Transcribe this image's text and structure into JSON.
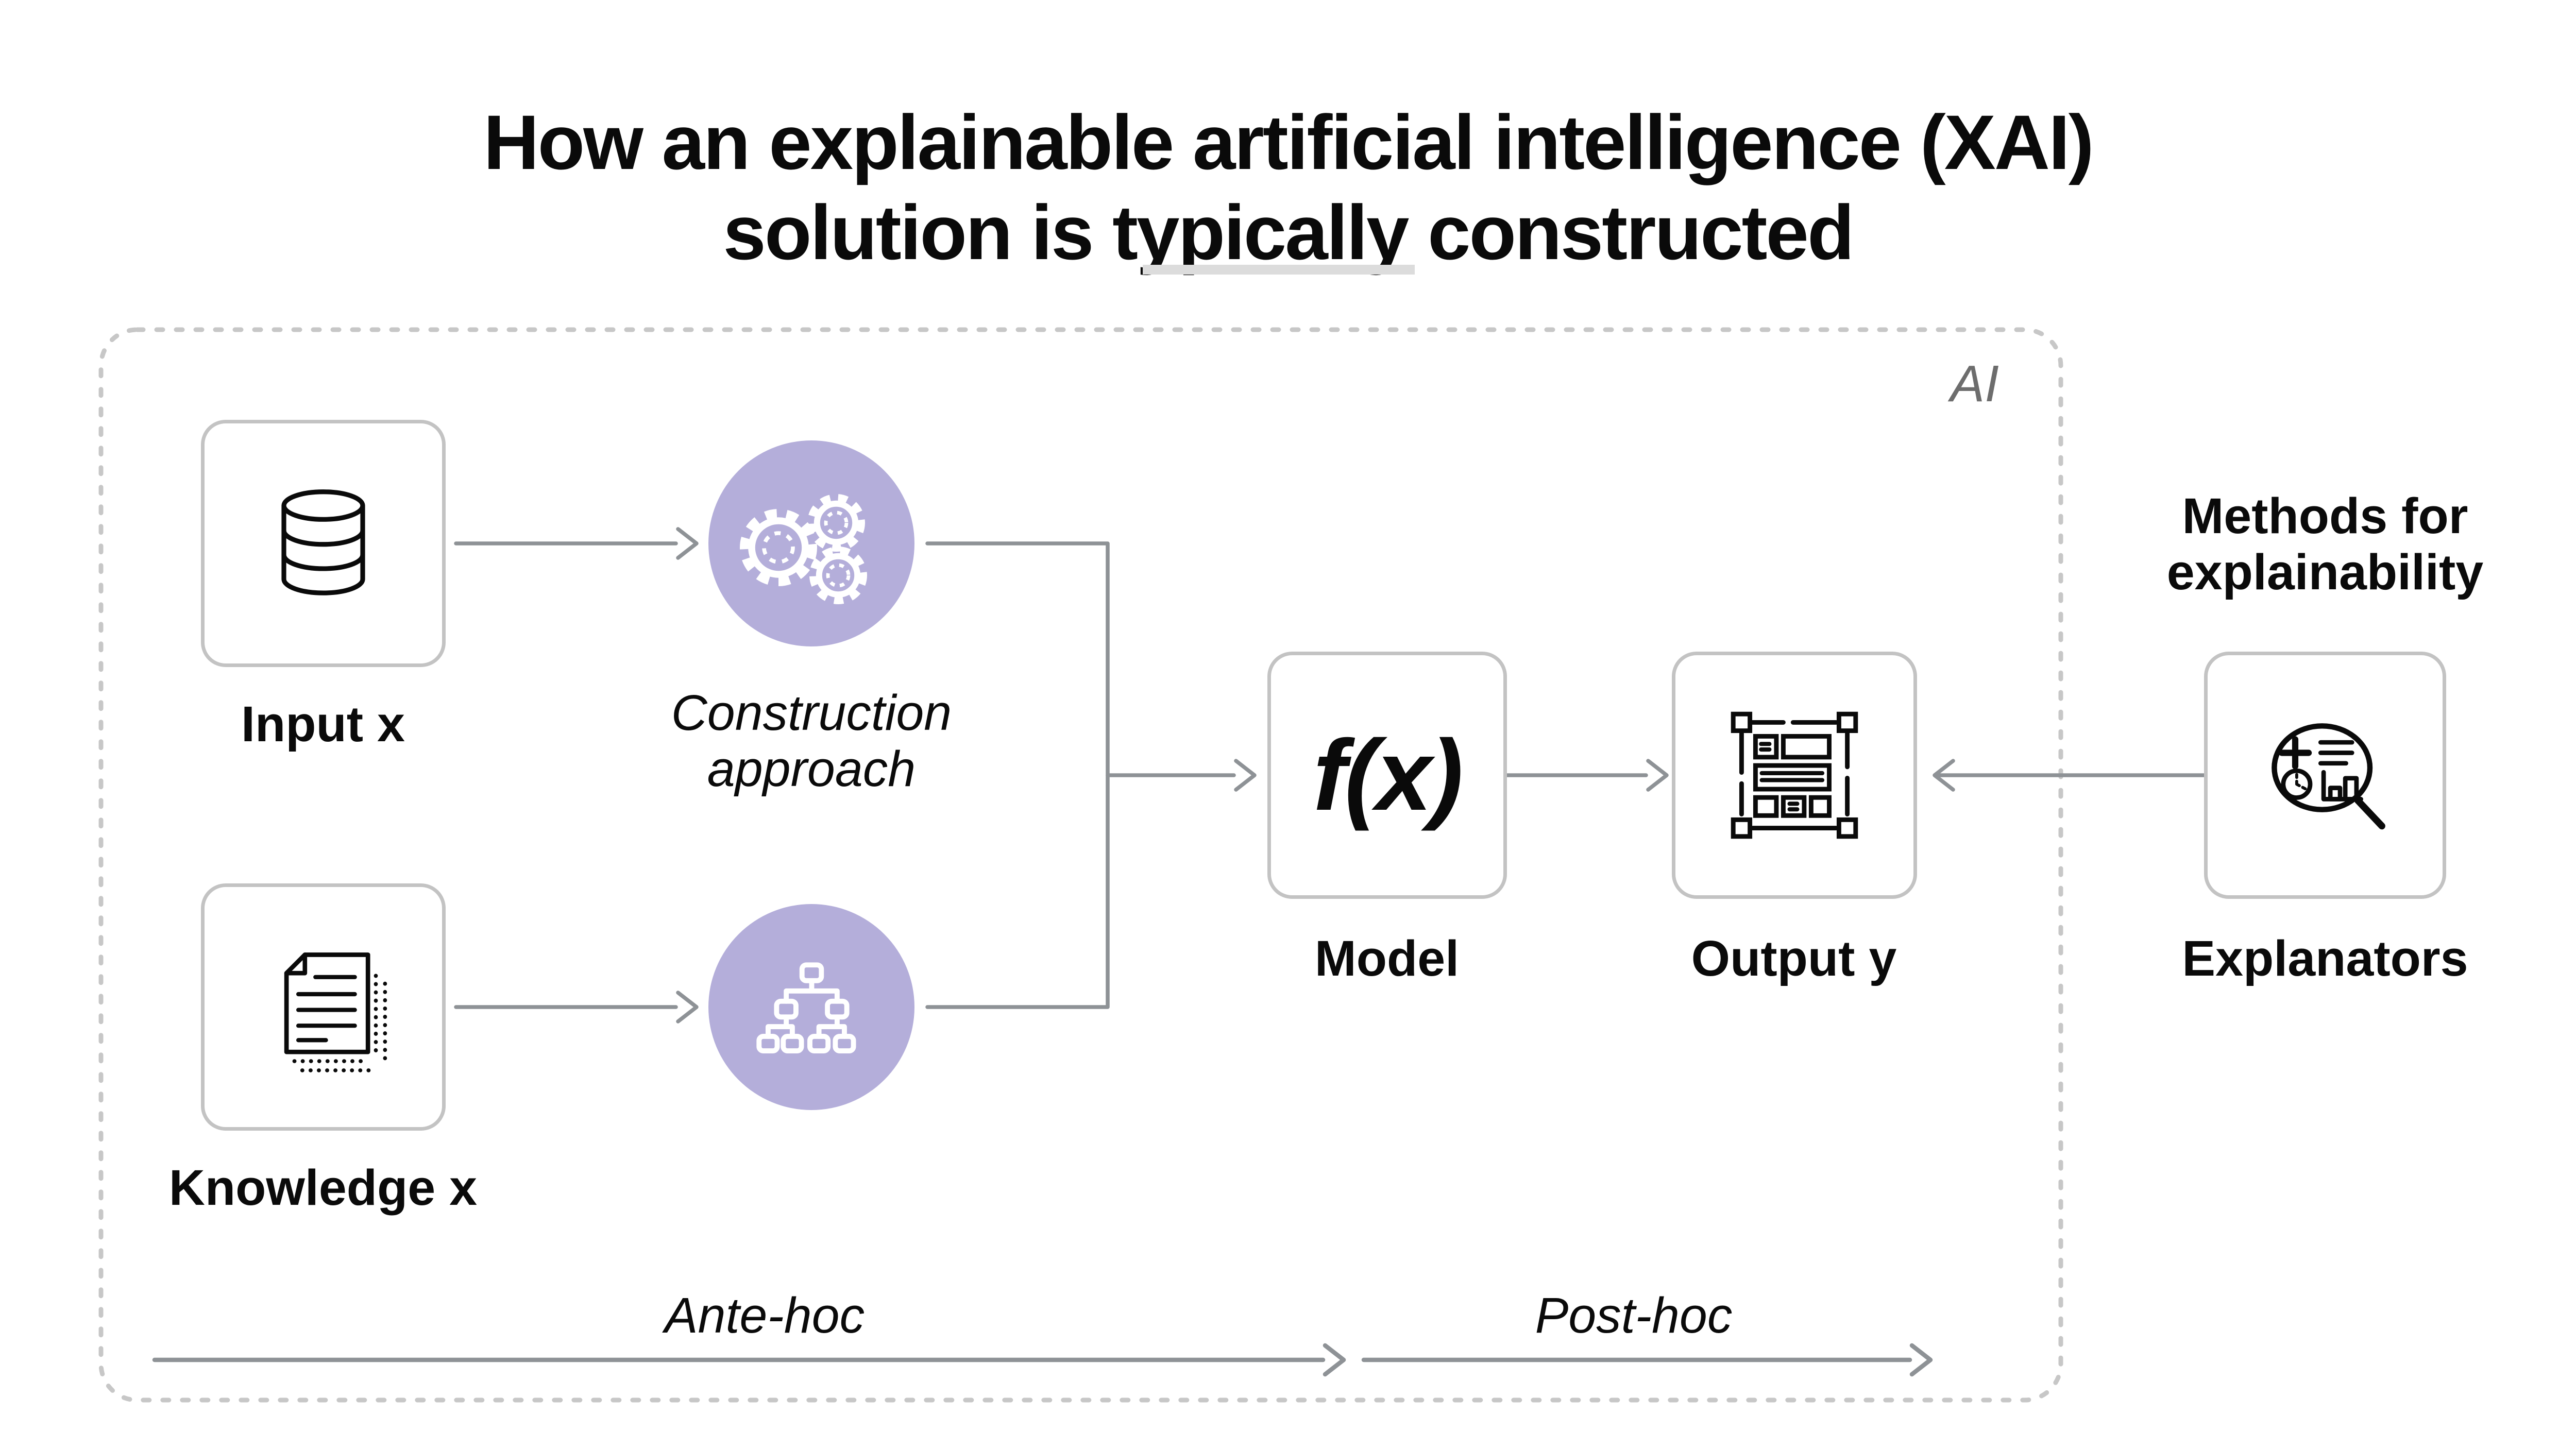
{
  "title": {
    "line1": "How an explainable artificial intelligence (XAI)",
    "line2": "solution is typically constructed"
  },
  "ai_region_label": "AI",
  "nodes": {
    "input": {
      "label": "Input x",
      "icon": "database-icon"
    },
    "knowledge": {
      "label": "Knowledge x",
      "icon": "document-icon"
    },
    "construction": {
      "line1": "Construction",
      "line2": "approach",
      "icon": "gears-icon"
    },
    "hierarchy": {
      "icon": "hierarchy-icon"
    },
    "model": {
      "formula": "f(x)",
      "label": "Model"
    },
    "output": {
      "label": "Output y",
      "icon": "wireframe-icon"
    },
    "explanators": {
      "heading_line1": "Methods for",
      "heading_line2": "explainability",
      "label": "Explanators",
      "icon": "magnifier-analytics-icon"
    }
  },
  "axes": {
    "ante_hoc": "Ante-hoc",
    "post_hoc": "Post-hoc"
  },
  "colors": {
    "purple_bubble": "#b4aeda",
    "arrow_gray": "#8e9296",
    "box_border_gray": "#c3c3c3",
    "dashed_border_gray": "#c7c7c7",
    "ai_label_gray": "#6d6d6d",
    "underline_gray": "#dcdcdc",
    "text_black": "#0a0a0a"
  }
}
